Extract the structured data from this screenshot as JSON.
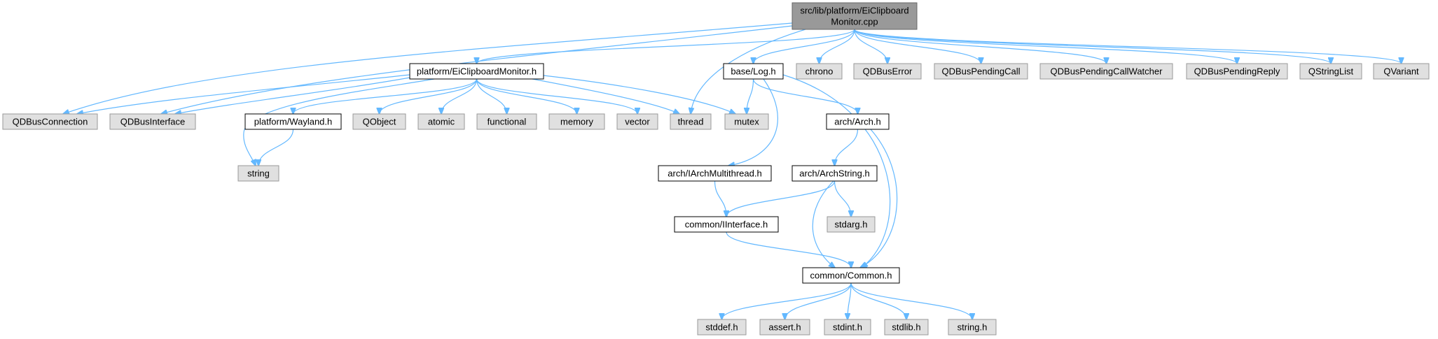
{
  "colors": {
    "edge": "#63b8ff",
    "root_fill": "#999999",
    "root_border": "#666666",
    "documented_fill": "#ffffff",
    "documented_border": "#000000",
    "external_fill": "#e0e0e0",
    "external_border": "#999999"
  },
  "nodes": {
    "root": {
      "lines": [
        "src/lib/platform/EiClipboard",
        "Monitor.cpp"
      ],
      "kind": "root"
    },
    "qdbusconnection": {
      "lines": [
        "QDBusConnection"
      ],
      "kind": "external"
    },
    "qdbusinterface": {
      "lines": [
        "QDBusInterface"
      ],
      "kind": "external"
    },
    "eiclipboardmonitor_h": {
      "lines": [
        "platform/EiClipboardMonitor.h"
      ],
      "kind": "documented"
    },
    "string": {
      "lines": [
        "string"
      ],
      "kind": "external"
    },
    "wayland_h": {
      "lines": [
        "platform/Wayland.h"
      ],
      "kind": "documented"
    },
    "qobject": {
      "lines": [
        "QObject"
      ],
      "kind": "external"
    },
    "atomic": {
      "lines": [
        "atomic"
      ],
      "kind": "external"
    },
    "functional": {
      "lines": [
        "functional"
      ],
      "kind": "external"
    },
    "memory": {
      "lines": [
        "memory"
      ],
      "kind": "external"
    },
    "vector": {
      "lines": [
        "vector"
      ],
      "kind": "external"
    },
    "thread": {
      "lines": [
        "thread"
      ],
      "kind": "external"
    },
    "mutex": {
      "lines": [
        "mutex"
      ],
      "kind": "external"
    },
    "log_h": {
      "lines": [
        "base/Log.h"
      ],
      "kind": "documented"
    },
    "chrono": {
      "lines": [
        "chrono"
      ],
      "kind": "external"
    },
    "qdbuserror": {
      "lines": [
        "QDBusError"
      ],
      "kind": "external"
    },
    "qdbuspendingcall": {
      "lines": [
        "QDBusPendingCall"
      ],
      "kind": "external"
    },
    "qdbuspendingcallwatcher": {
      "lines": [
        "QDBusPendingCallWatcher"
      ],
      "kind": "external"
    },
    "qdbuspendingreply": {
      "lines": [
        "QDBusPendingReply"
      ],
      "kind": "external"
    },
    "qstringlist": {
      "lines": [
        "QStringList"
      ],
      "kind": "external"
    },
    "qvariant": {
      "lines": [
        "QVariant"
      ],
      "kind": "external"
    },
    "arch_h": {
      "lines": [
        "arch/Arch.h"
      ],
      "kind": "documented"
    },
    "iarchmultithread_h": {
      "lines": [
        "arch/IArchMultithread.h"
      ],
      "kind": "documented"
    },
    "archstring_h": {
      "lines": [
        "arch/ArchString.h"
      ],
      "kind": "documented"
    },
    "iinterface_h": {
      "lines": [
        "common/IInterface.h"
      ],
      "kind": "documented"
    },
    "stdarg_h": {
      "lines": [
        "stdarg.h"
      ],
      "kind": "external"
    },
    "common_h": {
      "lines": [
        "common/Common.h"
      ],
      "kind": "documented"
    },
    "stddef_h": {
      "lines": [
        "stddef.h"
      ],
      "kind": "external"
    },
    "assert_h": {
      "lines": [
        "assert.h"
      ],
      "kind": "external"
    },
    "stdint_h": {
      "lines": [
        "stdint.h"
      ],
      "kind": "external"
    },
    "stdlib_h": {
      "lines": [
        "stdlib.h"
      ],
      "kind": "external"
    },
    "string_h": {
      "lines": [
        "string.h"
      ],
      "kind": "external"
    }
  },
  "edges": [
    [
      "root",
      "qdbusconnection"
    ],
    [
      "root",
      "qdbusinterface"
    ],
    [
      "root",
      "eiclipboardmonitor_h"
    ],
    [
      "root",
      "thread"
    ],
    [
      "root",
      "log_h"
    ],
    [
      "root",
      "chrono"
    ],
    [
      "root",
      "qdbuserror"
    ],
    [
      "root",
      "qdbuspendingcall"
    ],
    [
      "root",
      "qdbuspendingcallwatcher"
    ],
    [
      "root",
      "qdbuspendingreply"
    ],
    [
      "root",
      "qstringlist"
    ],
    [
      "root",
      "qvariant"
    ],
    [
      "eiclipboardmonitor_h",
      "qdbusconnection"
    ],
    [
      "eiclipboardmonitor_h",
      "qdbusinterface"
    ],
    [
      "eiclipboardmonitor_h",
      "string"
    ],
    [
      "eiclipboardmonitor_h",
      "wayland_h"
    ],
    [
      "eiclipboardmonitor_h",
      "qobject"
    ],
    [
      "eiclipboardmonitor_h",
      "atomic"
    ],
    [
      "eiclipboardmonitor_h",
      "functional"
    ],
    [
      "eiclipboardmonitor_h",
      "memory"
    ],
    [
      "eiclipboardmonitor_h",
      "vector"
    ],
    [
      "eiclipboardmonitor_h",
      "thread"
    ],
    [
      "eiclipboardmonitor_h",
      "mutex"
    ],
    [
      "wayland_h",
      "string"
    ],
    [
      "log_h",
      "mutex"
    ],
    [
      "log_h",
      "arch_h"
    ],
    [
      "log_h",
      "iarchmultithread_h"
    ],
    [
      "log_h",
      "common_h"
    ],
    [
      "arch_h",
      "archstring_h"
    ],
    [
      "arch_h",
      "common_h"
    ],
    [
      "iarchmultithread_h",
      "iinterface_h"
    ],
    [
      "archstring_h",
      "iinterface_h"
    ],
    [
      "archstring_h",
      "stdarg_h"
    ],
    [
      "archstring_h",
      "common_h"
    ],
    [
      "iinterface_h",
      "common_h"
    ],
    [
      "common_h",
      "stddef_h"
    ],
    [
      "common_h",
      "assert_h"
    ],
    [
      "common_h",
      "stdint_h"
    ],
    [
      "common_h",
      "stdlib_h"
    ],
    [
      "common_h",
      "string_h"
    ]
  ]
}
